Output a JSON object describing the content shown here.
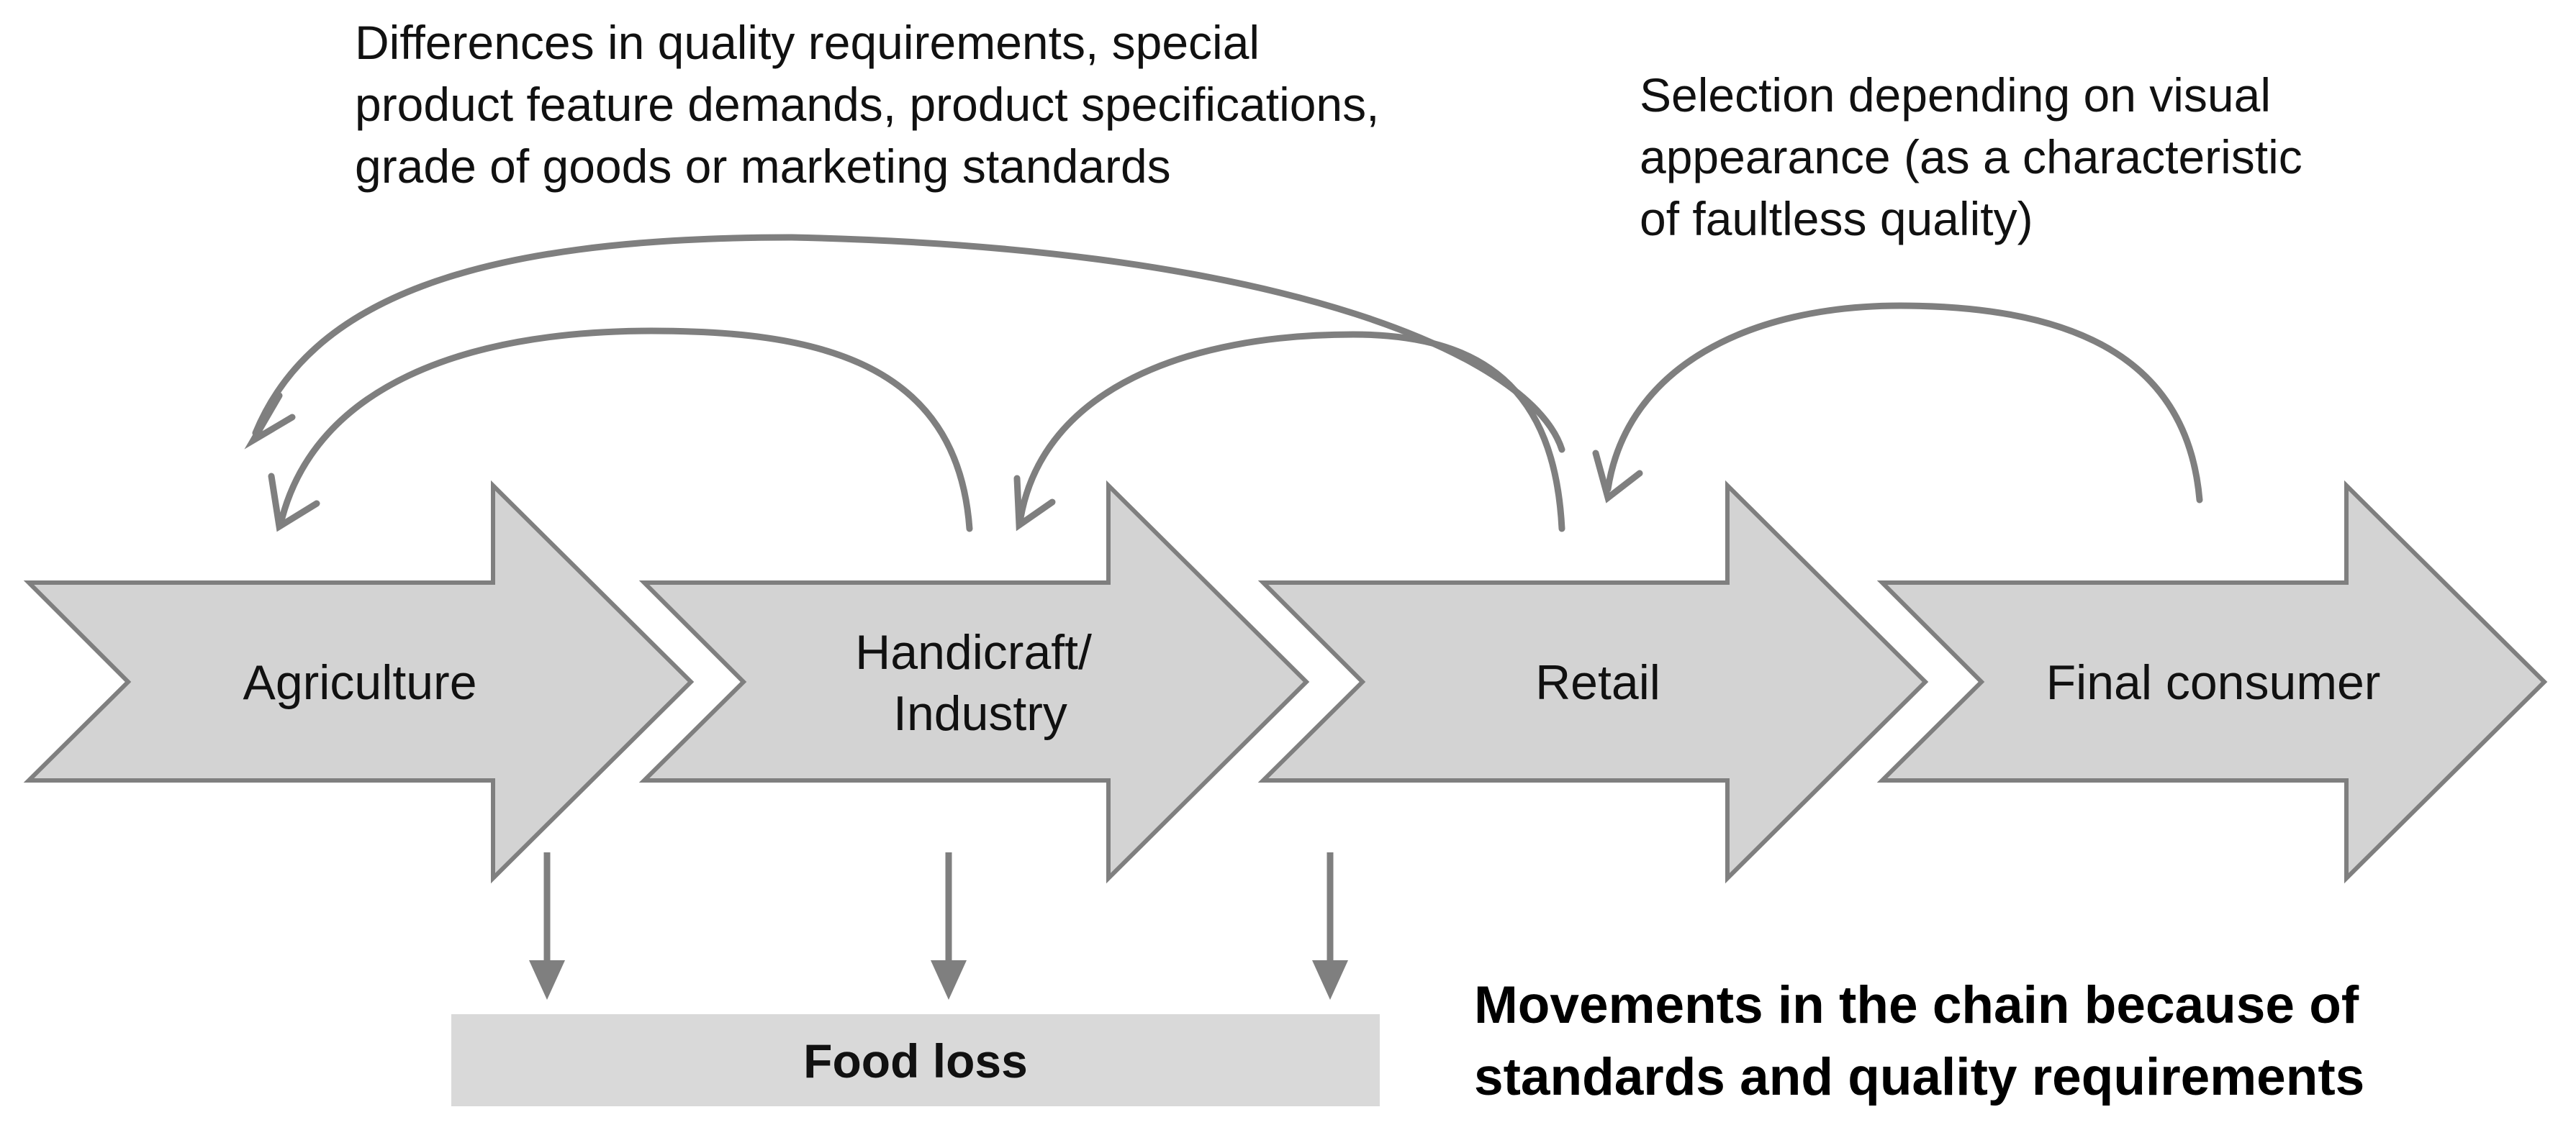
{
  "stages": [
    {
      "label_lines": [
        "Agriculture"
      ]
    },
    {
      "label_lines": [
        "Handicraft/",
        "Industry"
      ]
    },
    {
      "label_lines": [
        "Retail"
      ]
    },
    {
      "label_lines": [
        "Final consumer"
      ]
    }
  ],
  "annotations": {
    "industry_retail_note": {
      "lines": [
        "Differences in quality requirements, special",
        "product feature demands, product specifications,",
        "grade of goods or marketing standards"
      ]
    },
    "consumer_note": {
      "lines": [
        "Selection depending on visual",
        "appearance (as a characteristic",
        "of faultless quality)"
      ]
    }
  },
  "food_loss": {
    "label": "Food loss"
  },
  "caption": {
    "lines": [
      "Movements in the chain because of",
      "standards and quality requirements"
    ]
  },
  "colors": {
    "chevron_fill": "#d3d3d3",
    "outline": "#7f7f7f",
    "food_loss_box": "#d9d9d9",
    "text": "#111111"
  }
}
